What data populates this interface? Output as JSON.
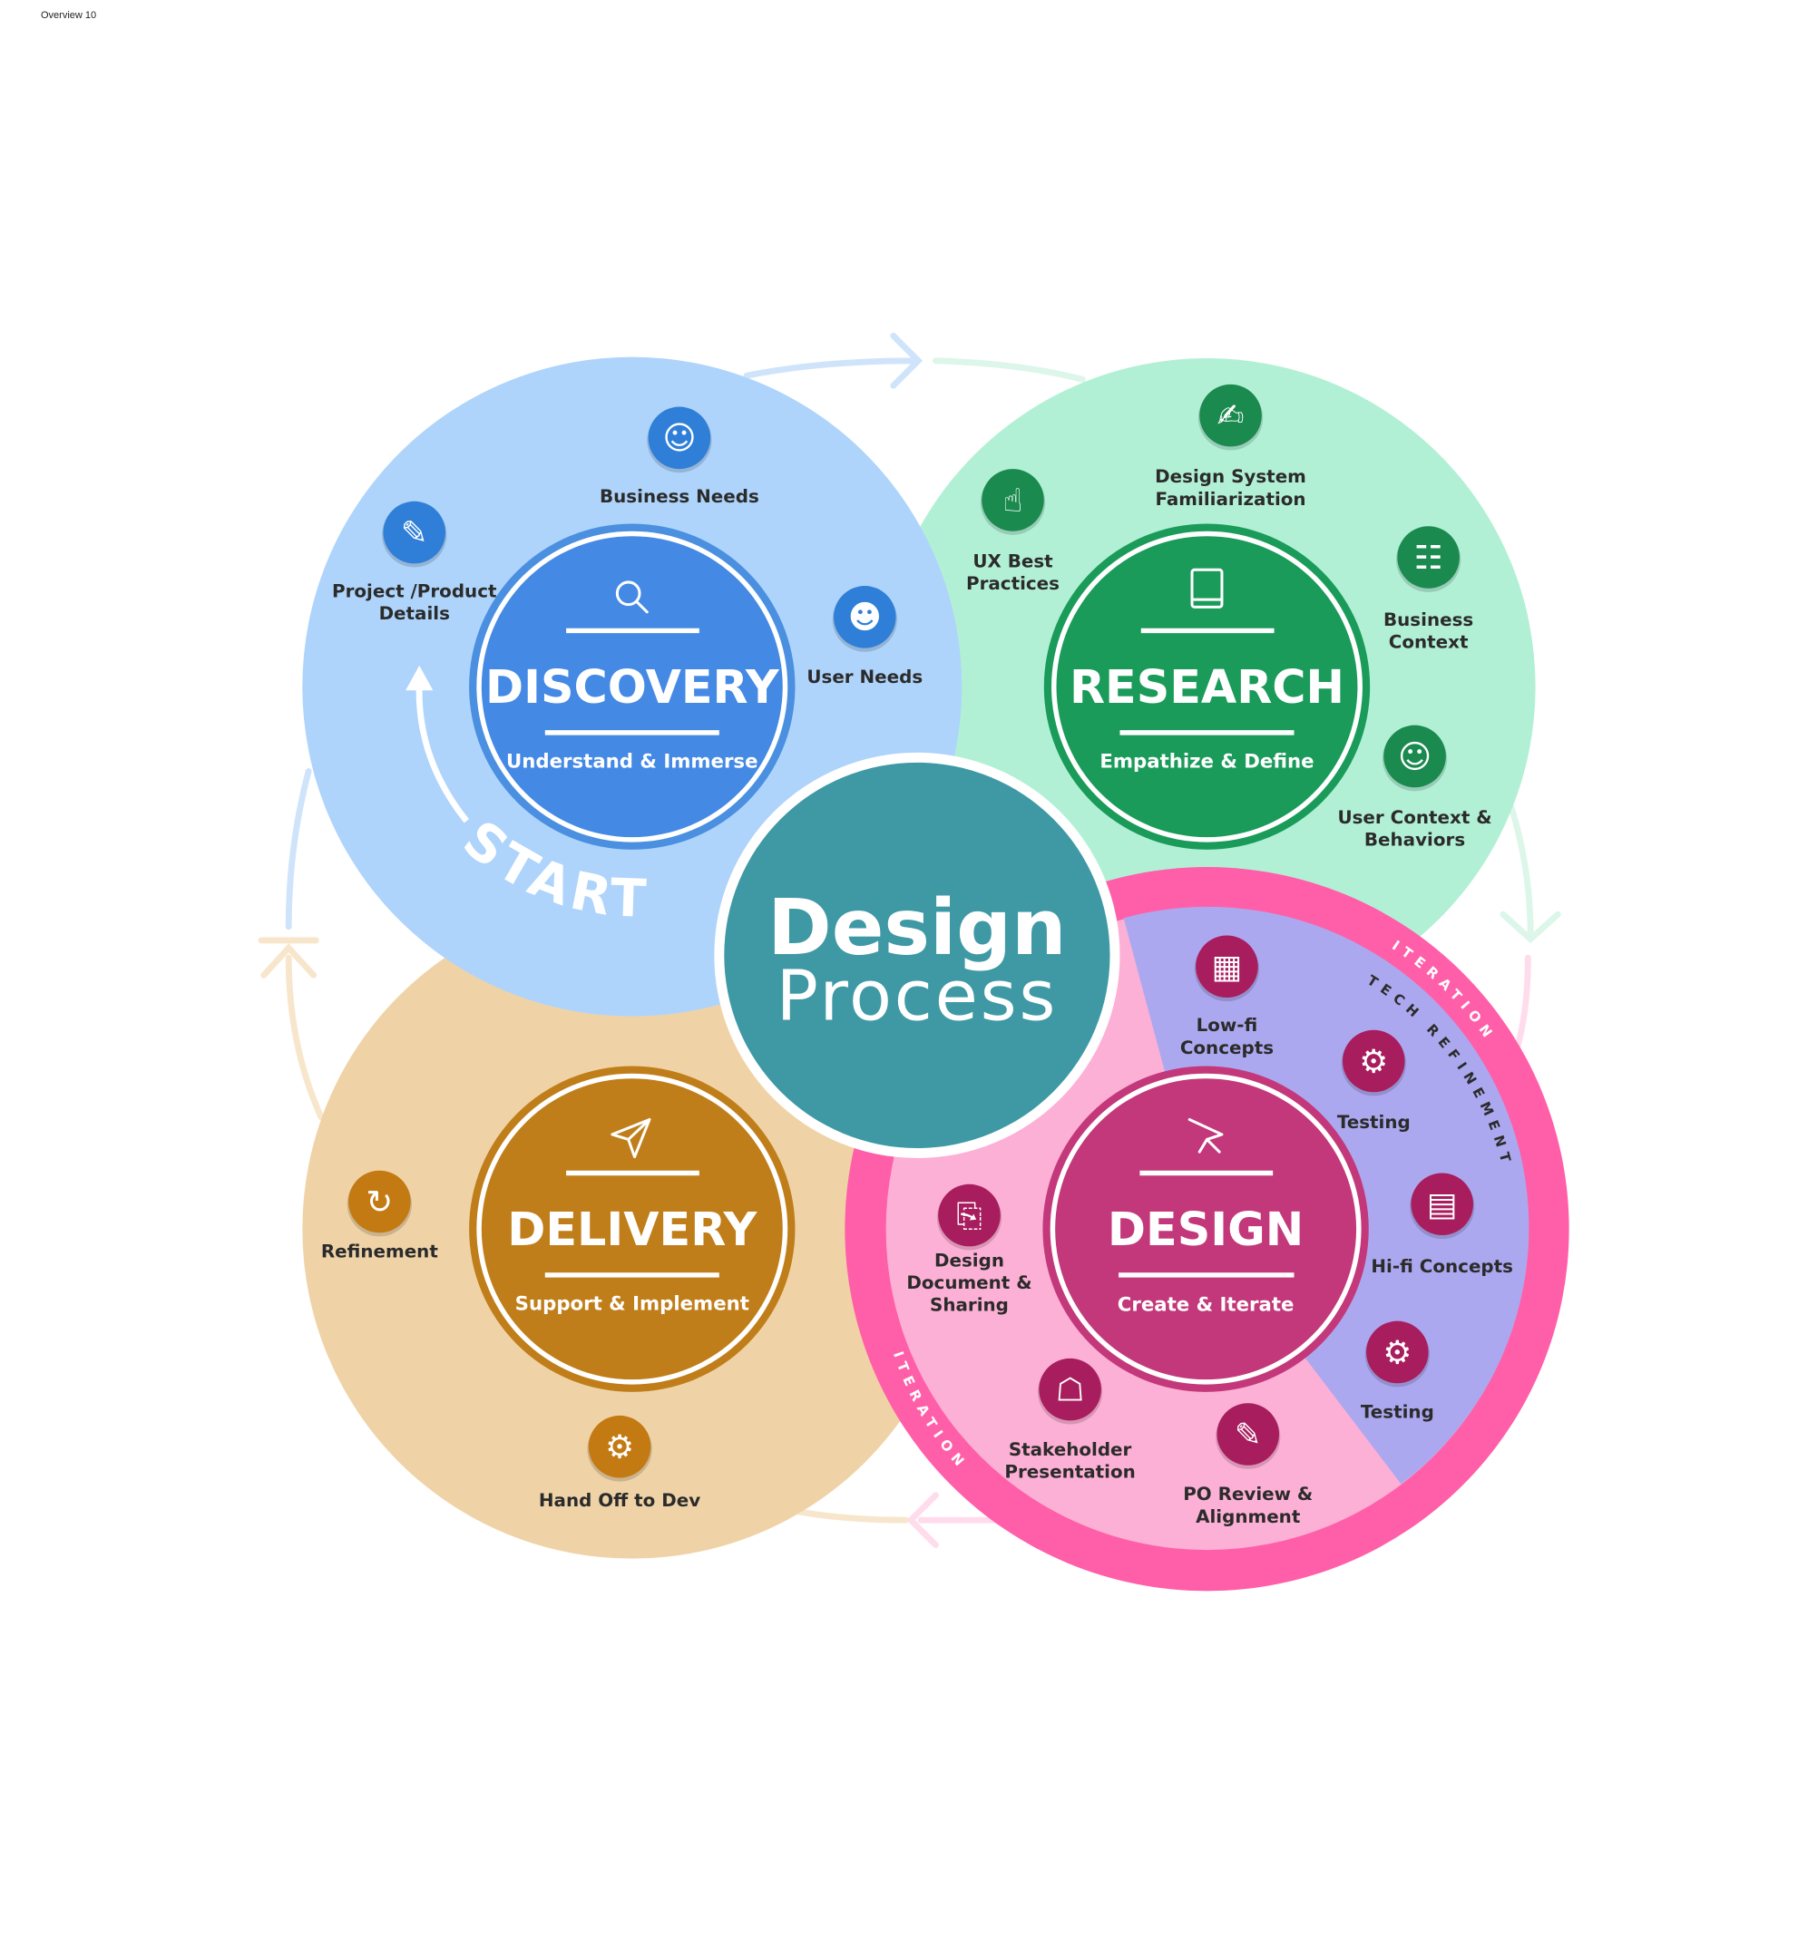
{
  "page_title": "Overview 10",
  "center": {
    "line1": "Design",
    "line2": "Process"
  },
  "start_label": "START",
  "phases": {
    "discovery": {
      "title": "DISCOVERY",
      "subtitle": "Understand & Immerse"
    },
    "research": {
      "title": "RESEARCH",
      "subtitle": "Empathize & Define"
    },
    "delivery": {
      "title": "DELIVERY",
      "subtitle": "Support & Implement"
    },
    "design": {
      "title": "DESIGN",
      "subtitle": "Create & Iterate"
    }
  },
  "ring_labels": {
    "iteration_top": "ITERATION",
    "tech_refinement": "TECH REFINEMENT",
    "iteration_bottom": "ITERATION"
  },
  "steps": {
    "business_needs": [
      "Business Needs"
    ],
    "project_details": [
      "Project /Product",
      "Details"
    ],
    "user_needs": [
      "User Needs"
    ],
    "design_system": [
      "Design System",
      "Familiarization"
    ],
    "ux_best": [
      "UX Best",
      "Practices"
    ],
    "business_context": [
      "Business",
      "Context"
    ],
    "user_context": [
      "User Context &",
      "Behaviors"
    ],
    "refinement": [
      "Refinement"
    ],
    "hand_off": [
      "Hand Off to Dev"
    ],
    "lowfi": [
      "Low-fi",
      "Concepts"
    ],
    "testing1": [
      "Testing"
    ],
    "hifi": [
      "Hi-fi Concepts"
    ],
    "testing2": [
      "Testing"
    ],
    "design_doc": [
      "Design",
      "Document &",
      "Sharing"
    ],
    "stakeholder": [
      "Stakeholder",
      "Presentation"
    ],
    "po_review": [
      "PO Review &",
      "Alignment"
    ]
  },
  "colors": {
    "discovery_bg": "#aed4fb",
    "discovery": "#4489e4",
    "research_bg": "#b2f0d6",
    "research": "#1a9b5a",
    "delivery_bg": "#efd3a7",
    "delivery": "#c07e1a",
    "design_ring": "#ff5fa8",
    "design_bg": "#fdb0d5",
    "design_wedge": "#aca8f0",
    "design": "#c3387a",
    "center": "#3e99a5"
  }
}
